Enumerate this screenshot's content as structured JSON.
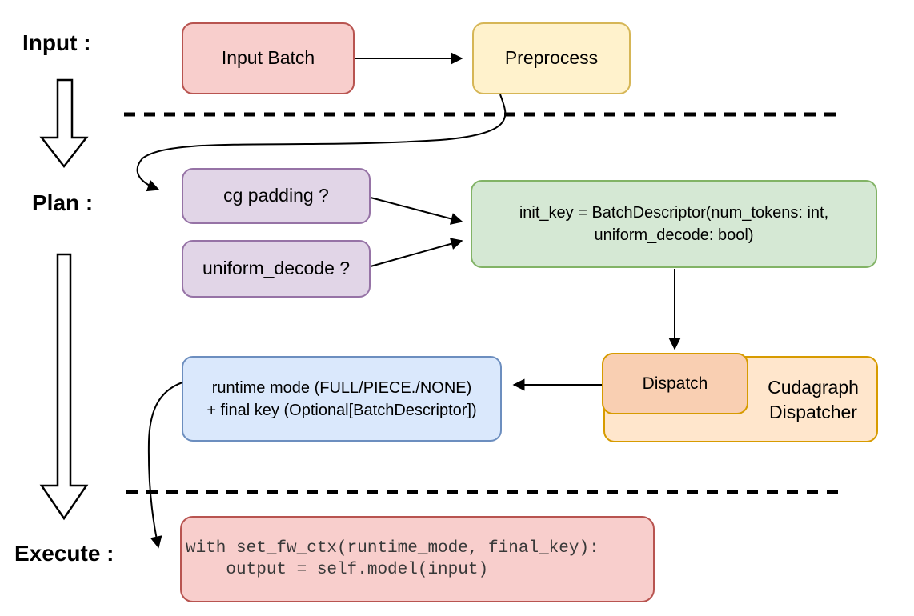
{
  "stages": {
    "input_label": "Input :",
    "plan_label": "Plan :",
    "execute_label": "Execute :"
  },
  "nodes": {
    "input_batch": "Input Batch",
    "preprocess": "Preprocess",
    "cg_padding": "cg padding ?",
    "uniform_decode": "uniform_decode ?",
    "init_key": {
      "line1": "init_key = BatchDescriptor(num_tokens: int,",
      "line2": "uniform_decode: bool)"
    },
    "dispatch": "Dispatch",
    "dispatcher": {
      "line1": "Cudagraph",
      "line2": "Dispatcher"
    },
    "runtime_result": {
      "line1": "runtime mode (FULL/PIECE./NONE)",
      "line2": "+ final key (Optional[BatchDescriptor])"
    },
    "execute_code": {
      "line1": "with set_fw_ctx(runtime_mode, final_key):",
      "line2": "    output = self.model(input)"
    }
  },
  "palette": {
    "red_fill": "#f8cecc",
    "red_stroke": "#b85450",
    "yellow_fill": "#fff2cc",
    "yellow_stroke": "#d6b656",
    "purple_fill": "#e1d5e7",
    "purple_stroke": "#9673a6",
    "green_fill": "#d5e8d4",
    "green_stroke": "#82b366",
    "blue_fill": "#dae8fc",
    "blue_stroke": "#6c8ebf",
    "orange_fill": "#ffe6cc",
    "orange_inner_fill": "#f9cfb2",
    "orange_stroke": "#d79b00",
    "arrow_color": "#000000"
  }
}
